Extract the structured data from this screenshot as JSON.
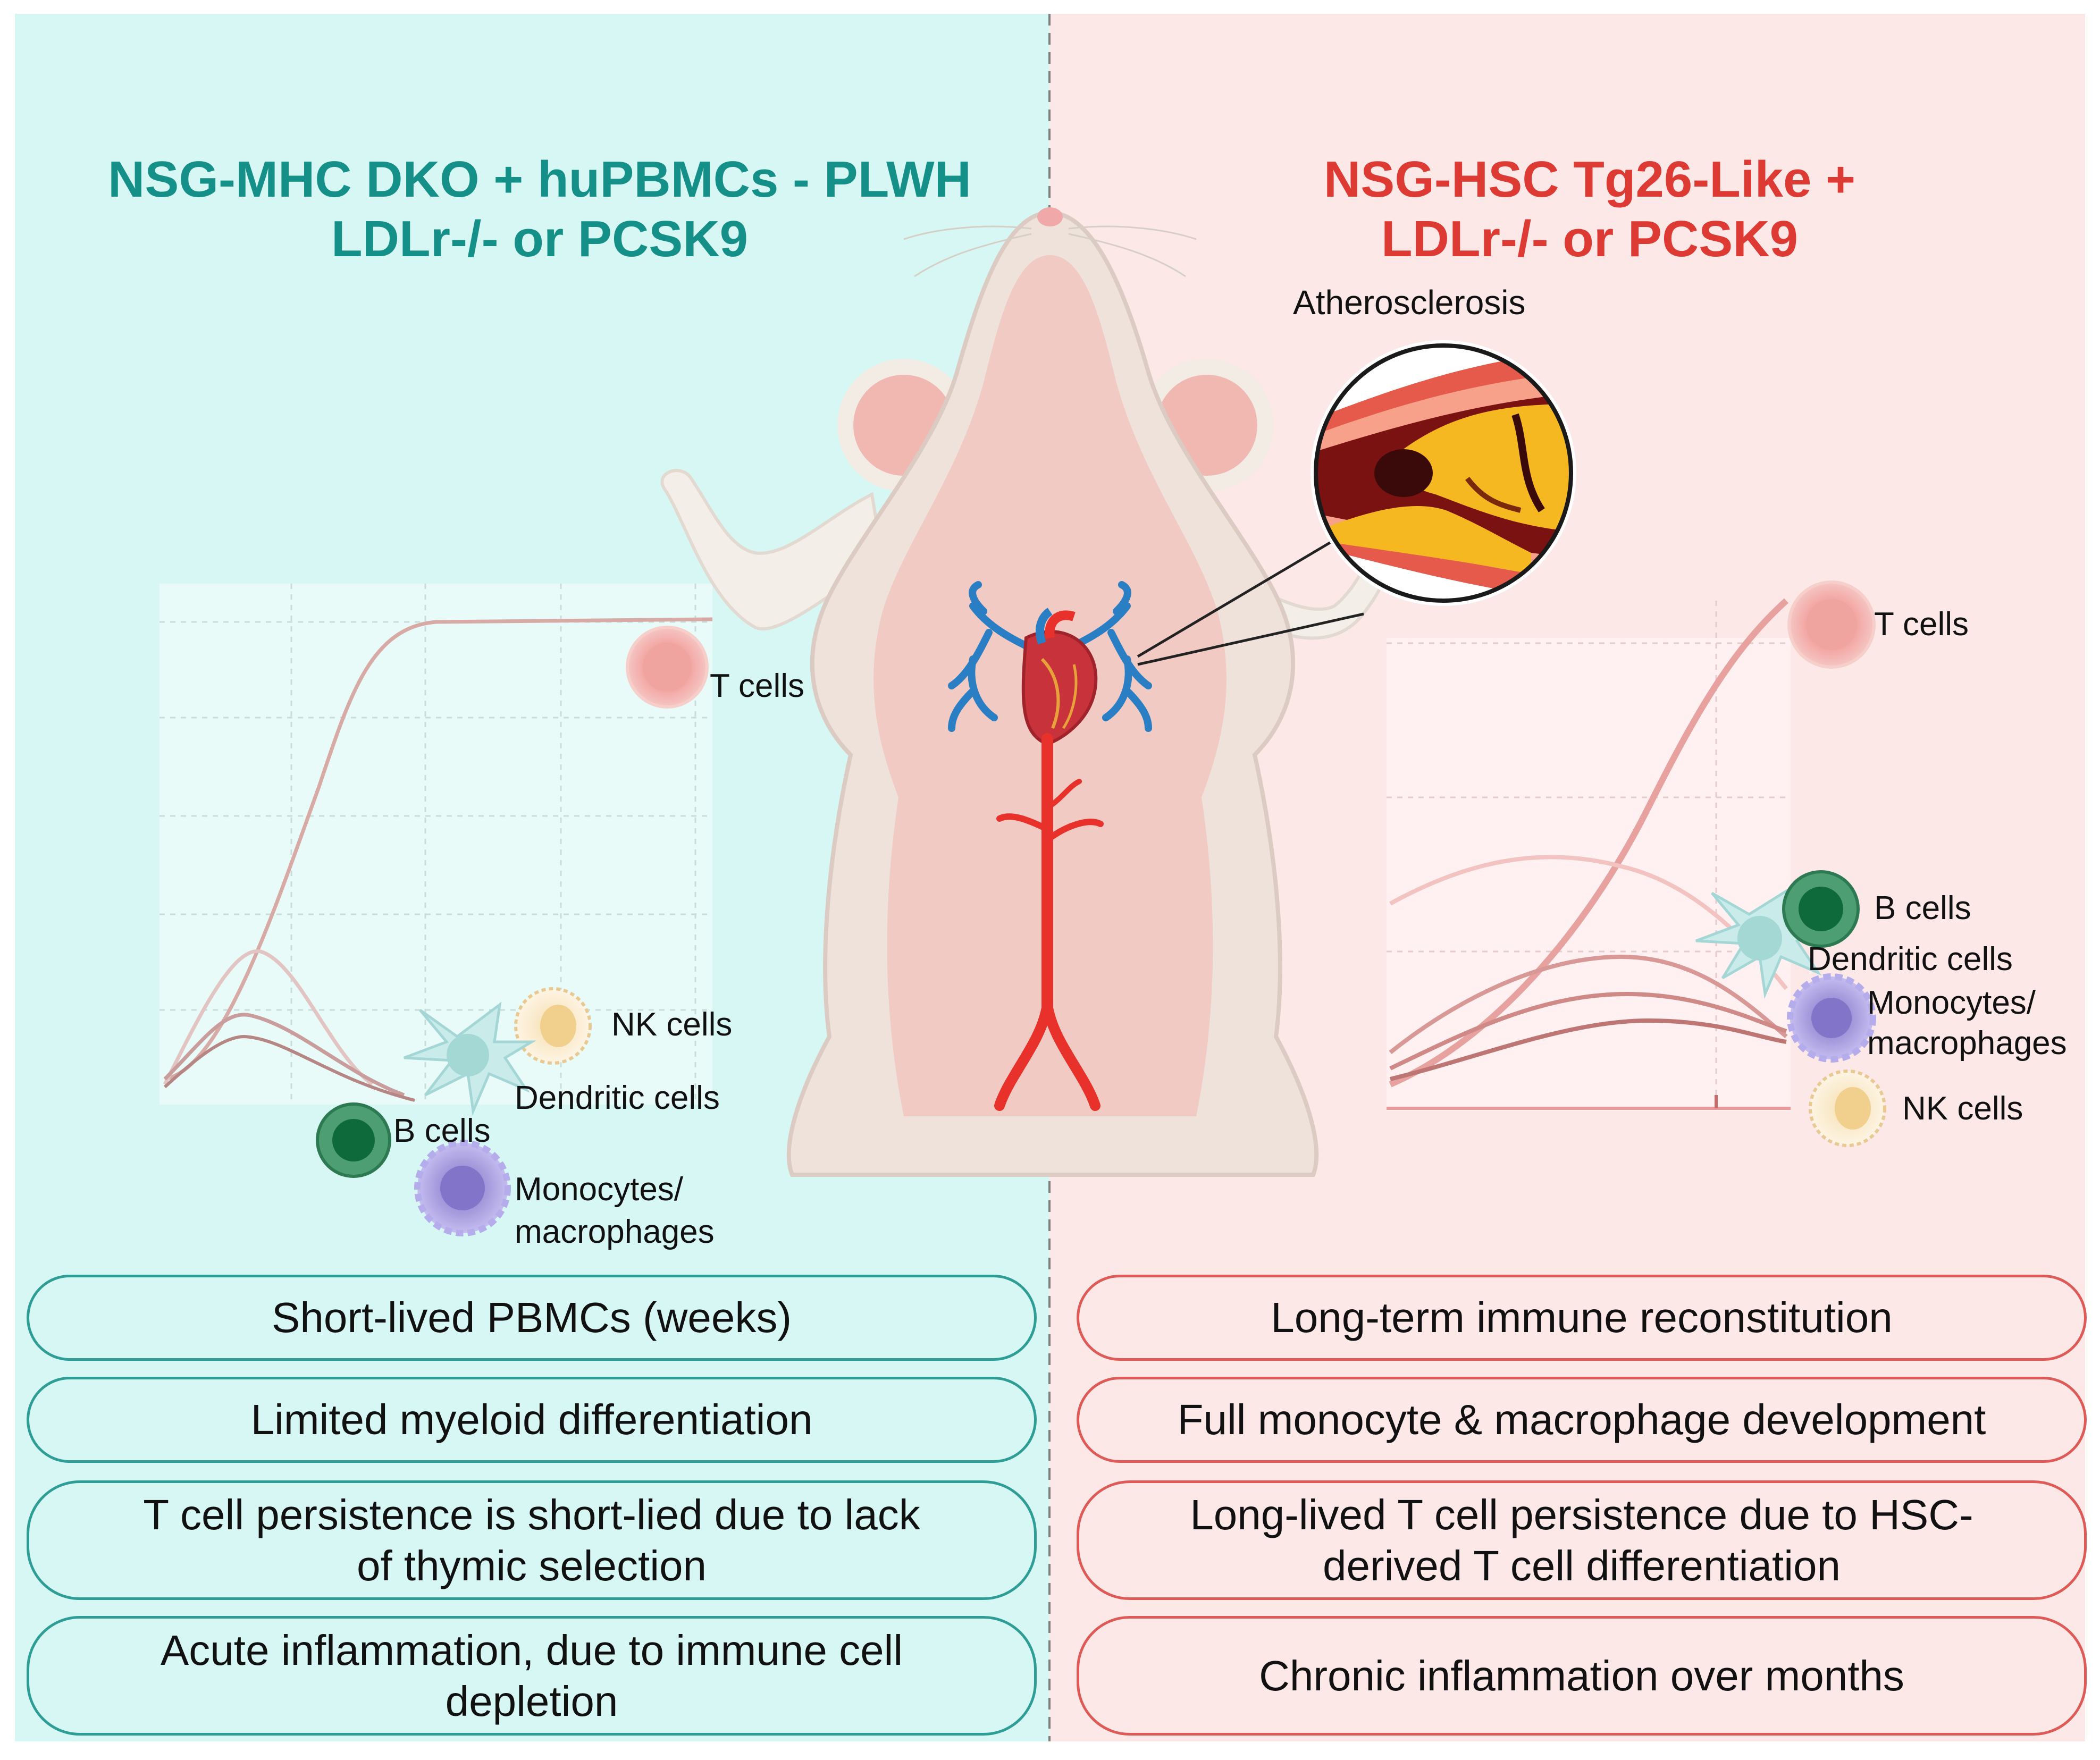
{
  "left_panel": {
    "title_line1": "NSG-MHC DKO + huPBMCs - PLWH",
    "title_line2": "LDLr-/- or PCSK9",
    "title_color": "#159088",
    "background": "#d6f7f3",
    "cells": {
      "t_cells": "T cells",
      "nk_cells": "NK cells",
      "dendritic_cells": "Dendritic cells",
      "b_cells": "B cells",
      "monocytes_line1": "Monocytes/",
      "monocytes_line2": "macrophages"
    },
    "boxes": [
      {
        "line1": "Short-lived PBMCs (weeks)",
        "line2": ""
      },
      {
        "line1": "Limited myeloid differentiation",
        "line2": ""
      },
      {
        "line1": "T cell persistence is short-lied due to lack",
        "line2": "of thymic selection"
      },
      {
        "line1": "Acute inflammation, due to immune cell",
        "line2": "depletion"
      }
    ]
  },
  "right_panel": {
    "title_line1": "NSG-HSC Tg26-Like +",
    "title_line2": "LDLr-/- or PCSK9",
    "title_color": "#dd3a34",
    "background": "#fde8e8",
    "cells": {
      "t_cells": "T cells",
      "b_cells": "B cells",
      "dendritic_cells": "Dendritic cells",
      "monocytes_line1": "Monocytes/",
      "monocytes_line2": "macrophages",
      "nk_cells": "NK cells"
    },
    "boxes": [
      {
        "line1": "Long-term immune reconstitution",
        "line2": ""
      },
      {
        "line1": "Full monocyte & macrophage development",
        "line2": ""
      },
      {
        "line1": "Long-lived T cell persistence due to HSC-",
        "line2": "derived T cell differentiation"
      },
      {
        "line1": "Chronic inflammation over months",
        "line2": ""
      }
    ]
  },
  "center": {
    "atherosclerosis_label": "Atherosclerosis"
  },
  "colors": {
    "t_cell": "#f4a9a9",
    "b_cell": "#1f7a4e",
    "dendritic": "#bfe6e6",
    "monocyte": "#9a8fd6",
    "nk_cell": "#f1d9a8",
    "artery": "#e8312a",
    "vein": "#2a7fc4"
  }
}
